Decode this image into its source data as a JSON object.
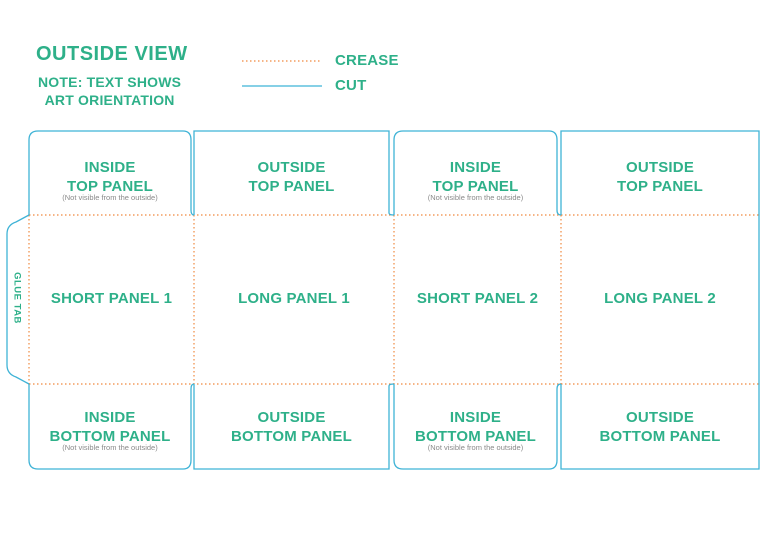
{
  "header": {
    "title": "OUTSIDE VIEW",
    "note_lines": [
      "NOTE: TEXT SHOWS",
      "ART ORIENTATION"
    ]
  },
  "legend": [
    {
      "label": "CREASE",
      "style": "dotted",
      "color": "#f0883e"
    },
    {
      "label": "CUT",
      "style": "solid",
      "color": "#3fb3d6"
    }
  ],
  "colors": {
    "text": "#2eb089",
    "cut": "#3fb3d6",
    "crease": "#f0883e",
    "subtext": "#8a8a8a"
  },
  "top_panels": [
    {
      "lines": [
        "INSIDE",
        "TOP PANEL"
      ],
      "note": "(Not visible from the outside)"
    },
    {
      "lines": [
        "OUTSIDE",
        "TOP PANEL"
      ],
      "note": ""
    },
    {
      "lines": [
        "INSIDE",
        "TOP PANEL"
      ],
      "note": "(Not visible from the outside)"
    },
    {
      "lines": [
        "OUTSIDE",
        "TOP PANEL"
      ],
      "note": ""
    }
  ],
  "middle_panels": [
    "SHORT PANEL 1",
    "LONG PANEL 1",
    "SHORT PANEL 2",
    "LONG PANEL 2"
  ],
  "bottom_panels": [
    {
      "lines": [
        "INSIDE",
        "BOTTOM PANEL"
      ],
      "note": "(Not visible from the outside)"
    },
    {
      "lines": [
        "OUTSIDE",
        "BOTTOM PANEL"
      ],
      "note": ""
    },
    {
      "lines": [
        "INSIDE",
        "BOTTOM PANEL"
      ],
      "note": "(Not visible from the outside)"
    },
    {
      "lines": [
        "OUTSIDE",
        "BOTTOM PANEL"
      ],
      "note": ""
    }
  ],
  "glue_tab": "GLUE TAB"
}
